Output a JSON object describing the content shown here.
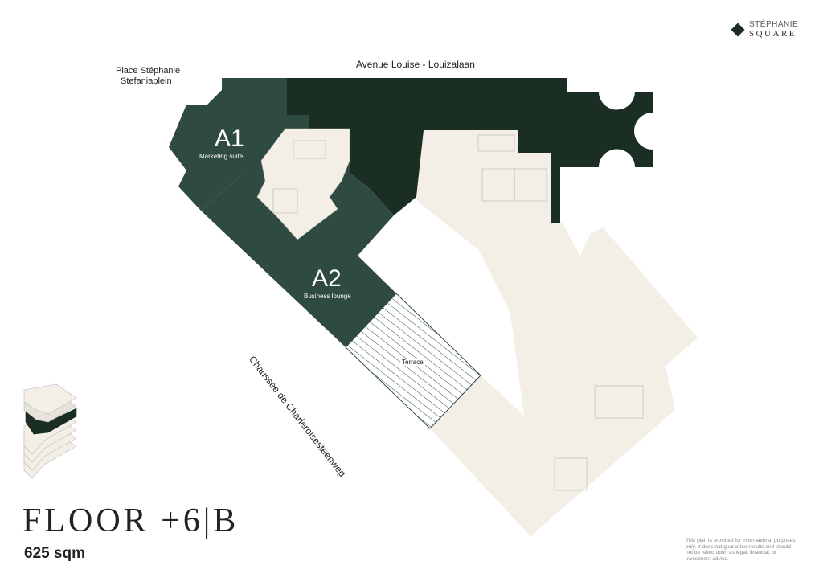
{
  "logo": {
    "line1": "STÉPHANIE",
    "line2": "SQUARE"
  },
  "streets": {
    "place_fr": "Place Stéphanie",
    "place_nl": "Stefaniaplein",
    "avenue": "Avenue Louise - Louizalaan",
    "chaussee": "Chaussée de Charleroisesteenweg"
  },
  "units": [
    {
      "id": "A1",
      "label": "Marketing suite"
    },
    {
      "id": "A2",
      "label": "Business lounge"
    }
  ],
  "terrace_label": "Terrace",
  "floor_title": "FLOOR +6|B",
  "area": "625 sqm",
  "disclaimer": "This plan is provided for informational purposes only. It does not guarantee results and should not be relied upon as legal, financial, or investment advice.",
  "colors": {
    "dark": "#1b2e24",
    "medium": "#2f4a40",
    "light": "#f3eee6"
  }
}
